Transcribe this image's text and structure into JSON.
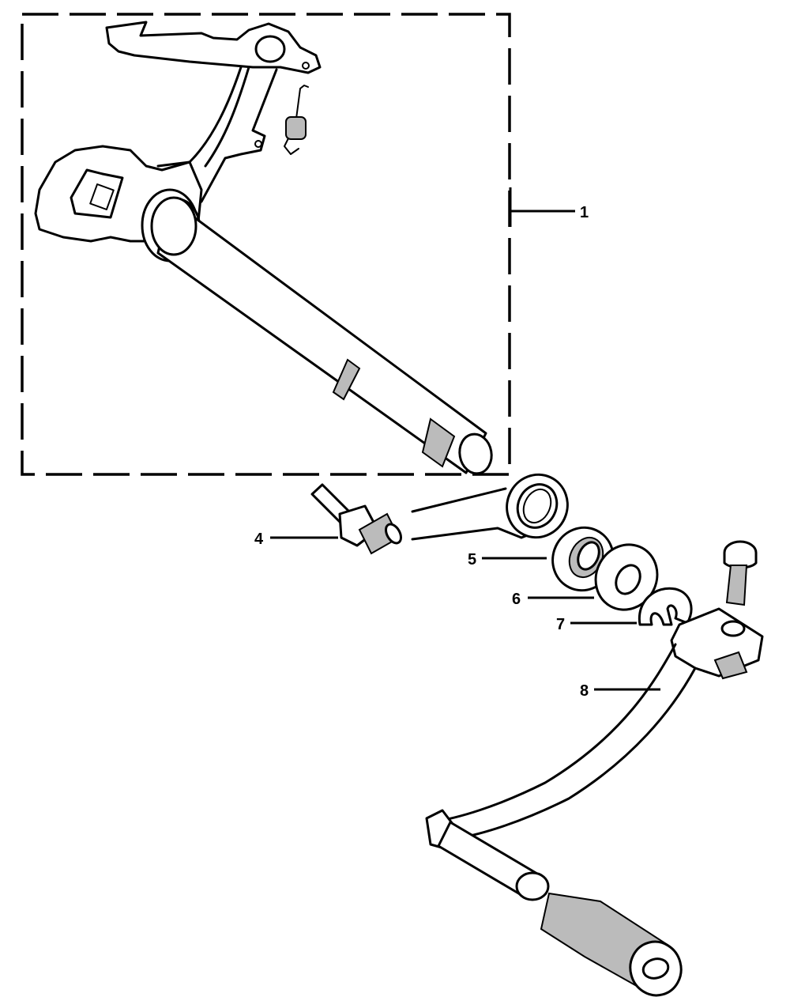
{
  "diagram": {
    "type": "exploded-parts-view",
    "subject": "gear shift mechanism",
    "group_box": {
      "style": "dashed",
      "callout": "1"
    },
    "callouts": [
      {
        "id": "1",
        "label": "1",
        "part": "gear shift spindle assembly (grouped in dashed box)"
      },
      {
        "id": "4",
        "label": "4",
        "part": "stud bolt"
      },
      {
        "id": "5",
        "label": "5",
        "part": "oil seal (with return spring above)"
      },
      {
        "id": "6",
        "label": "6",
        "part": "washer"
      },
      {
        "id": "7",
        "label": "7",
        "part": "circlip / E-clip"
      },
      {
        "id": "8",
        "label": "8",
        "part": "gear shift pedal"
      }
    ],
    "colors": {
      "line": "#000000",
      "background": "#ffffff"
    }
  }
}
